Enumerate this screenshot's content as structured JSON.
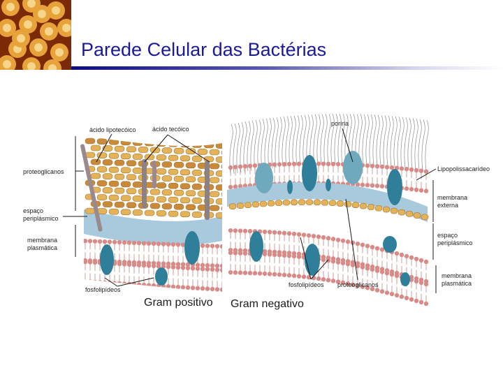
{
  "slide": {
    "title": "Parede Celular das Bactérias"
  },
  "diagram": {
    "gram_positive": {
      "caption": "Gram positivo",
      "labels": {
        "lipoteichoic_acid": "ácido lipotecóico",
        "teichoic_acid": "ácido tecóico",
        "peptidoglycans": "proteoglicanos",
        "periplasmic_space_line1": "espaço",
        "periplasmic_space_line2": "periplásmico",
        "plasma_membrane_line1": "membrana",
        "plasma_membrane_line2": "plasmática",
        "phospholipids": "fosfolipídeos"
      }
    },
    "gram_negative": {
      "caption": "Gram negativo",
      "labels": {
        "porin": "porina",
        "lipopolysaccharide": "Lipopolissacarídeo",
        "outer_membrane_line1": "membrana",
        "outer_membrane_line2": "externa",
        "periplasmic_space_line1": "espaço",
        "periplasmic_space_line2": "periplásmico",
        "plasma_membrane_line1": "membrana",
        "plasma_membrane_line2": "plasmática",
        "phospholipids": "fosfolipídeos",
        "peptidoglycans": "proteoglicanos"
      }
    }
  },
  "colors": {
    "title": "#1a1a99",
    "membrane_head": "#d98a86",
    "protein": "#2f7f9a",
    "peptidoglycan": "#e3b35a",
    "periplasm": "#a9c9dd"
  }
}
